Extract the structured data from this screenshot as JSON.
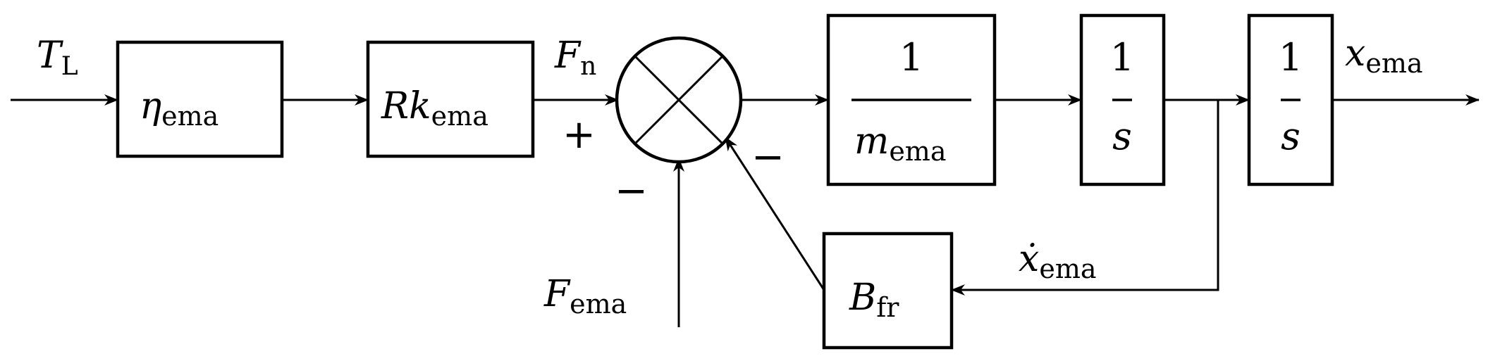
{
  "input": {
    "main": "T",
    "sub": "L"
  },
  "output": {
    "main": "x",
    "sub": "ema"
  },
  "blocks": {
    "efficiency": {
      "main": "η",
      "sub": "ema"
    },
    "gain": {
      "main": "Rk",
      "sub": "ema"
    },
    "inverse_mass": {
      "numerator": "1",
      "denominator_main": "m",
      "denominator_sub": "ema"
    },
    "integrator_1": {
      "numerator": "1",
      "denominator": "s"
    },
    "integrator_2": {
      "numerator": "1",
      "denominator": "s"
    },
    "friction": {
      "main": "B",
      "sub": "fr"
    }
  },
  "signals": {
    "net_force": {
      "main": "F",
      "sub": "n"
    },
    "external_force": {
      "main": "F",
      "sub": "ema"
    },
    "velocity": {
      "main": "ẋ",
      "sub": "ema"
    }
  },
  "summing_junction": {
    "plus_sign": "+",
    "minus_sign_bottom": "−",
    "minus_sign_feedback": "−"
  }
}
